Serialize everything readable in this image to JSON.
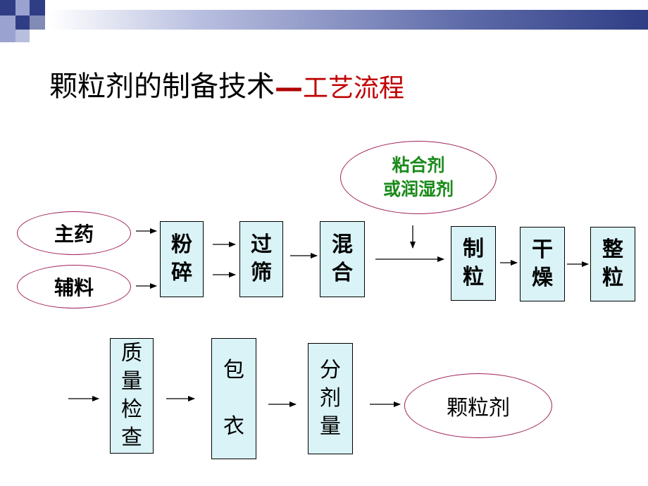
{
  "title": {
    "main": "颗粒剂的制备技术",
    "dash": "—",
    "sub": "工艺流程"
  },
  "diagram": {
    "inputs": [
      "主药",
      "辅料"
    ],
    "binder": "粘合剂\n或润湿剂",
    "row1_steps": [
      "粉\n碎",
      "过\n筛",
      "混\n合",
      "制\n粒",
      "干\n燥",
      "整\n粒"
    ],
    "row2_steps": [
      "质\n量\n检\n查",
      "包\n\n衣",
      "分\n剂\n量"
    ],
    "product": "颗粒剂"
  },
  "colors": {
    "accent_dark": "#2f3d85",
    "title_red": "#c00000",
    "binder_green": "#1a8a1a",
    "oval_border": "#a0205a",
    "box_fill": "#d9f3f7"
  }
}
